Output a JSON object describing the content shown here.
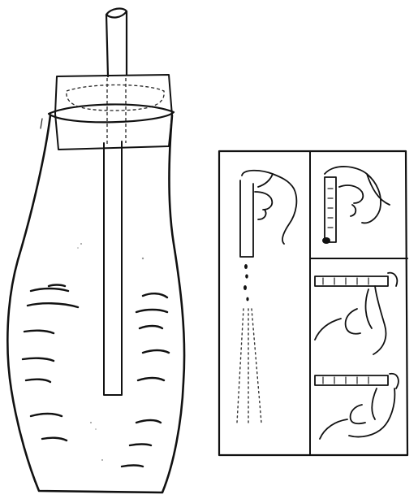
{
  "figure": {
    "left_illustration": "bottle-with-straw",
    "right_panels": [
      "straw-top-covered-with-finger-liquid-draining",
      "straw-held-vertically-with-finger-on-top",
      "straw-held-horizontally-in-hand",
      "straw-held-horizontally-finger-released"
    ],
    "ink_color": "#111111",
    "paper_color": "#ffffff"
  }
}
